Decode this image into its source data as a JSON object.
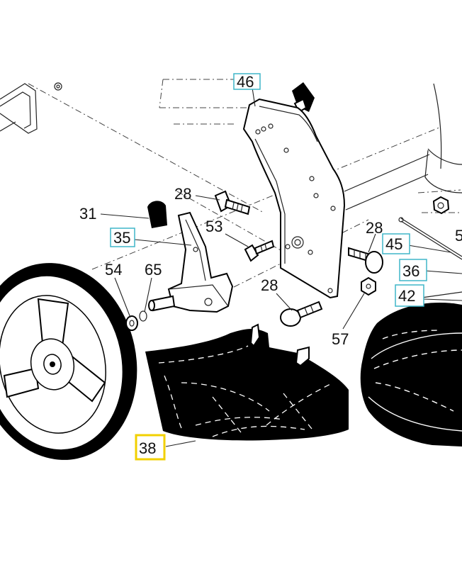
{
  "labels": {
    "l46": "46",
    "l28a": "28",
    "l31": "31",
    "l35": "35",
    "l53": "53",
    "l28b": "28",
    "l45": "45",
    "l54": "54",
    "l65": "65",
    "l36": "36",
    "l28c": "28",
    "l42": "42",
    "l57": "57",
    "l38": "38",
    "l5": "5"
  },
  "colors": {
    "cyan_box": "#3fb6c8",
    "yellow_box": "#f2d000",
    "ink": "#000000"
  }
}
